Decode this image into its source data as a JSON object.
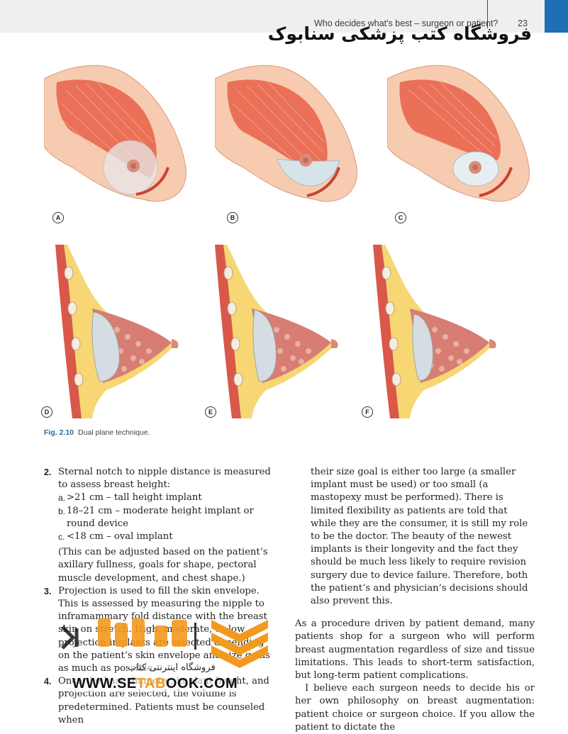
{
  "header": {
    "running_title": "Who decides what's best – surgeon or patient?",
    "page_number": "23",
    "banner_text": "فروشگاه کتب پزشکی سنابوک"
  },
  "figure": {
    "panel_labels": [
      "A",
      "B",
      "C",
      "D",
      "E",
      "F"
    ],
    "caption_label": "Fig. 2.10",
    "caption_text": "Dual plane technique."
  },
  "left_column": {
    "item2_num": "2.",
    "item2_text": "Sternal notch to nipple distance is measured to assess breast height:",
    "item2_subs": [
      {
        "letter": "a.",
        "text": ">21 cm – tall height implant"
      },
      {
        "letter": "b.",
        "text": "18–21 cm – moderate height implant or round device"
      },
      {
        "letter": "c.",
        "text": "<18 cm – oval implant"
      }
    ],
    "item2_note": "(This can be adjusted based on the patient’s axillary fullness, goals for shape, pectoral muscle development, and chest shape.)",
    "item3_num": "3.",
    "item3_text": "Projection is used to fill the skin envelope. This is assessed by measuring the nipple to inframammary fold distance with the breast skin on stretch. High, moderate, or low projection implants are selected depending on the patient’s skin envelope and size goals as much as possible.",
    "item4_num": "4.",
    "item4_text": "Once the base diameter, implant height, and projection are selected, the volume is predetermined. Patients must be counseled when"
  },
  "right_column": {
    "continued": "their size goal is either too large (a smaller implant must be used) or too small (a mastopexy must be performed). There is limited flexibility as patients are told that while they are the consumer, it is still my role to be the doctor. The beauty of the newest implants is their longevity and the fact they should be much less likely to require revision surgery due to device failure. Therefore, both the patient’s and physician’s decisions should also prevent this.",
    "para1": "As a procedure driven by patient demand, many patients shop for a surgeon who will perform breast augmentation regardless of size and tissue limitations. This leads to short-term satisfaction, but long-term patient complications.",
    "para2": "I believe each surgeon needs to decide his or her own philosophy on breast augmentation: patient choice or surgeon choice. If you allow the patient to dictate the"
  },
  "watermark": {
    "url_prefix": "WWW.SE",
    "url_highlight": "TAB",
    "url_suffix": "OOK.COM",
    "subtitle": "فروشگاه اینترنتی کتاب"
  },
  "colors": {
    "accent_blue": "#1f6fb5",
    "logo_orange": "#f39a1e",
    "muscle": "#e8664e",
    "skin": "#f7cbb0"
  }
}
